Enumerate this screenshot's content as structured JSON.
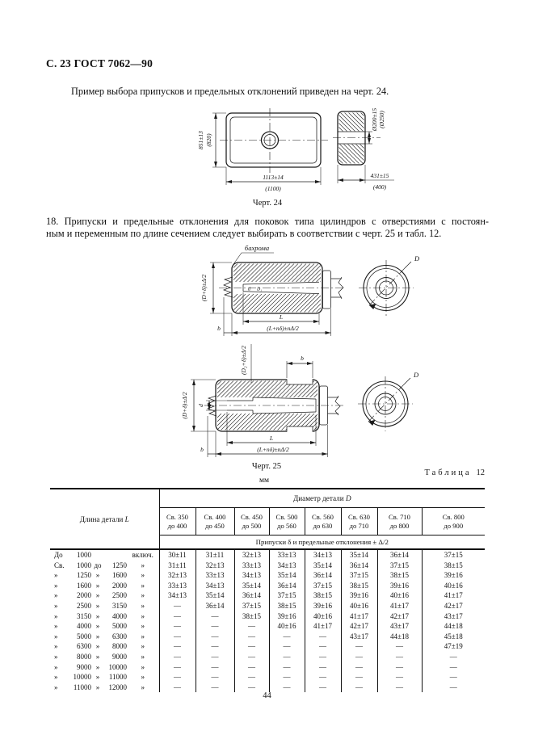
{
  "page": {
    "header": "С. 23 ГОСТ 7062—90",
    "intro": "Пример выбора припусков и предельных отклонений приведен на черт. 24.",
    "para18_line1": "18. Припуски и предельные отклонения для поковок типа цилиндров с отверстиями с постоян-",
    "para18_line2": "ным и переменным по длине сечением следует выбирать в соответствии с черт. 25 и табл. 12.",
    "page_number": "44"
  },
  "fig24": {
    "caption": "Черт. 24",
    "height_dim": "851±13",
    "height_nom": "(820)",
    "width_dim": "1113±14",
    "width_nom": "(1100)",
    "hole_dim": "Ø200±15",
    "hole_nom": "(Ø250)",
    "thick_dim": "431±15",
    "thick_nom": "(400)"
  },
  "fig25": {
    "caption": "Черт. 25",
    "fringe": "бахрома",
    "outer_dim": "(D+δ)±Δ/2",
    "mid_dim": "(D₂+δ)±Δ/2",
    "len": "L",
    "len_total": "(L+nδ)±nΔ/2",
    "b": "b",
    "d": "d",
    "d1": "D₁",
    "D": "D"
  },
  "table": {
    "label_word": "Таблица",
    "label_num": "12",
    "unit": "мм",
    "length_header": "Длина детали",
    "length_var": "L",
    "diameter_header": "Диаметр детали",
    "diameter_var": "D",
    "allowance_header": "Припуски δ и предельные отклонения ± Δ/2",
    "diameter_columns": [
      {
        "l1": "Св. 350",
        "l2": "до 400"
      },
      {
        "l1": "Св. 400",
        "l2": "до 450"
      },
      {
        "l1": "Св. 450",
        "l2": "до 500"
      },
      {
        "l1": "Св. 500",
        "l2": "до 560"
      },
      {
        "l1": "Св. 560",
        "l2": "до 630"
      },
      {
        "l1": "Св. 630",
        "l2": "до 710"
      },
      {
        "l1": "Св. 710",
        "l2": "до 800"
      },
      {
        "l1": "Св. 800",
        "l2": "до 900"
      }
    ],
    "rows": [
      {
        "prefix": "До",
        "n1": "1000",
        "mid": "",
        "n2": "",
        "suffix": "включ.",
        "values": [
          "30±11",
          "31±11",
          "32±13",
          "33±13",
          "34±13",
          "35±14",
          "36±14",
          "37±15"
        ]
      },
      {
        "prefix": "Св.",
        "n1": "1000",
        "mid": "до",
        "n2": "1250",
        "suffix": "»",
        "values": [
          "31±11",
          "32±13",
          "33±13",
          "34±13",
          "35±14",
          "36±14",
          "37±15",
          "38±15"
        ]
      },
      {
        "prefix": "»",
        "n1": "1250",
        "mid": "»",
        "n2": "1600",
        "suffix": "»",
        "values": [
          "32±13",
          "33±13",
          "34±13",
          "35±14",
          "36±14",
          "37±15",
          "38±15",
          "39±16"
        ]
      },
      {
        "prefix": "»",
        "n1": "1600",
        "mid": "»",
        "n2": "2000",
        "suffix": "»",
        "values": [
          "33±13",
          "34±13",
          "35±14",
          "36±14",
          "37±15",
          "38±15",
          "39±16",
          "40±16"
        ]
      },
      {
        "prefix": "»",
        "n1": "2000",
        "mid": "»",
        "n2": "2500",
        "suffix": "»",
        "values": [
          "34±13",
          "35±14",
          "36±14",
          "37±15",
          "38±15",
          "39±16",
          "40±16",
          "41±17"
        ]
      },
      {
        "prefix": "»",
        "n1": "2500",
        "mid": "»",
        "n2": "3150",
        "suffix": "»",
        "values": [
          "—",
          "36±14",
          "37±15",
          "38±15",
          "39±16",
          "40±16",
          "41±17",
          "42±17"
        ]
      },
      {
        "prefix": "»",
        "n1": "3150",
        "mid": "»",
        "n2": "4000",
        "suffix": "»",
        "values": [
          "—",
          "—",
          "38±15",
          "39±16",
          "40±16",
          "41±17",
          "42±17",
          "43±17"
        ]
      },
      {
        "prefix": "»",
        "n1": "4000",
        "mid": "»",
        "n2": "5000",
        "suffix": "»",
        "values": [
          "—",
          "—",
          "—",
          "40±16",
          "41±17",
          "42±17",
          "43±17",
          "44±18"
        ]
      },
      {
        "prefix": "»",
        "n1": "5000",
        "mid": "»",
        "n2": "6300",
        "suffix": "»",
        "values": [
          "—",
          "—",
          "—",
          "—",
          "—",
          "43±17",
          "44±18",
          "45±18"
        ]
      },
      {
        "prefix": "»",
        "n1": "6300",
        "mid": "»",
        "n2": "8000",
        "suffix": "»",
        "values": [
          "—",
          "—",
          "—",
          "—",
          "—",
          "—",
          "—",
          "47±19"
        ]
      },
      {
        "prefix": "»",
        "n1": "8000",
        "mid": "»",
        "n2": "9000",
        "suffix": "»",
        "values": [
          "—",
          "—",
          "—",
          "—",
          "—",
          "—",
          "—",
          "—"
        ]
      },
      {
        "prefix": "»",
        "n1": "9000",
        "mid": "»",
        "n2": "10000",
        "suffix": "»",
        "values": [
          "—",
          "—",
          "—",
          "—",
          "—",
          "—",
          "—",
          "—"
        ]
      },
      {
        "prefix": "»",
        "n1": "10000",
        "mid": "»",
        "n2": "11000",
        "suffix": "»",
        "values": [
          "—",
          "—",
          "—",
          "—",
          "—",
          "—",
          "—",
          "—"
        ]
      },
      {
        "prefix": "»",
        "n1": "11000",
        "mid": "»",
        "n2": "12000",
        "suffix": "»",
        "values": [
          "—",
          "—",
          "—",
          "—",
          "—",
          "—",
          "—",
          "—"
        ]
      }
    ]
  }
}
